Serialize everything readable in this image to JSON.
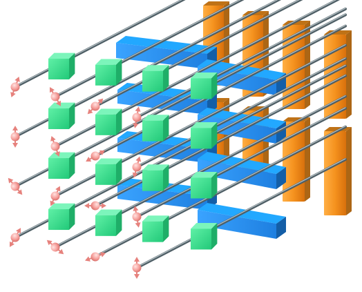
{
  "diagram": {
    "kind": "3d-lattice-illustration",
    "background": "#ffffff",
    "colors": {
      "wire": "#4f5f66",
      "wire_highlight": "#b9c4c8",
      "qubit_cube": "#36e08a",
      "blue_bar": "#1b86ee",
      "orange_pillar": "#f5921e",
      "spin": "#f49a97"
    },
    "icons": {
      "qubit": "green-cube",
      "coupler": "blue-bar",
      "readout": "orange-pillar",
      "spin": "spin-arrow-icon"
    },
    "layers": 4,
    "rows_per_layer": 4
  }
}
